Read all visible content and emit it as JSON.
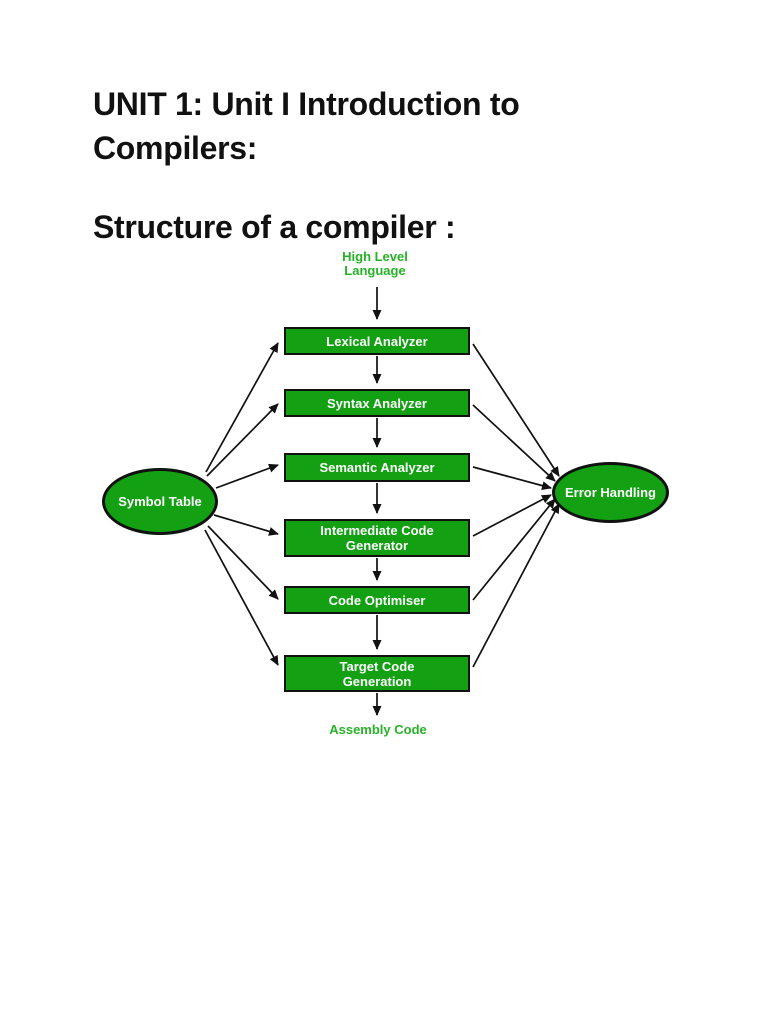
{
  "page": {
    "heading1_line1": "UNIT 1: Unit I Introduction to",
    "heading1_line2": "Compilers:",
    "heading2": "Structure of a compiler :"
  },
  "diagram": {
    "top_label_line1": "High Level",
    "top_label_line2": "Language",
    "bottom_label": "Assembly Code",
    "left_ellipse_label": "Symbol Table",
    "right_ellipse_label": "Error Handling",
    "boxes": [
      {
        "line1": "Lexical Analyzer",
        "line2": ""
      },
      {
        "line1": "Syntax Analyzer",
        "line2": ""
      },
      {
        "line1": "Semantic Analyzer",
        "line2": ""
      },
      {
        "line1": "Intermediate Code",
        "line2": "Generator"
      },
      {
        "line1": "Code Optimiser",
        "line2": ""
      },
      {
        "line1": "Target Code",
        "line2": "Generation"
      }
    ]
  },
  "colors": {
    "green_fill": "#13a013",
    "green_text": "#27b227",
    "ink": "#111111"
  }
}
